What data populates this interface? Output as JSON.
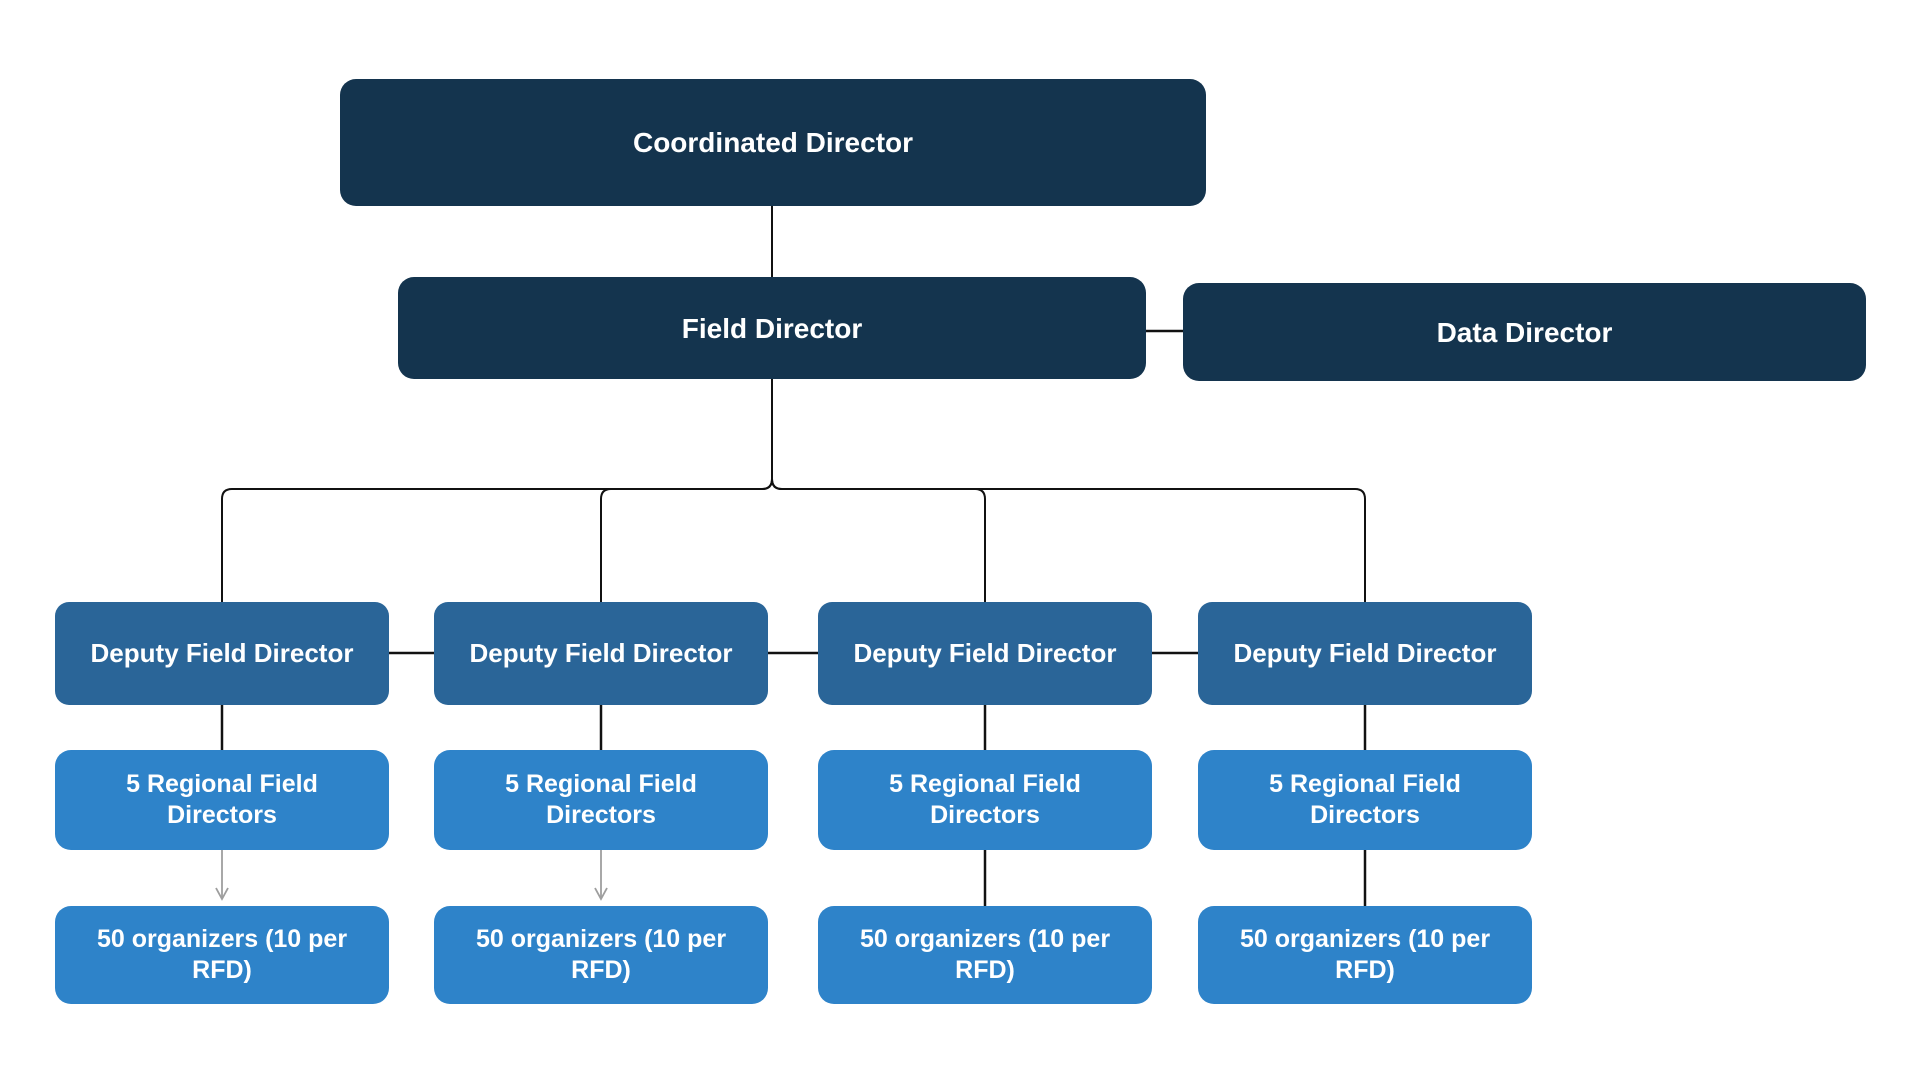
{
  "diagram": {
    "type": "org-chart",
    "background": "#FFFFFF"
  },
  "nodes": {
    "coordinated_director": {
      "label": "Coordinated Director"
    },
    "field_director": {
      "label": "Field Director"
    },
    "data_director": {
      "label": "Data Director"
    },
    "columns": [
      {
        "deputy": "Deputy Field Director",
        "regional": "5 Regional Field Directors",
        "organizers": "50 organizers (10 per RFD)"
      },
      {
        "deputy": "Deputy Field Director",
        "regional": "5 Regional Field Directors",
        "organizers": "50 organizers (10 per RFD)"
      },
      {
        "deputy": "Deputy Field Director",
        "regional": "5 Regional Field Directors",
        "organizers": "50 organizers (10 per RFD)"
      },
      {
        "deputy": "Deputy Field Director",
        "regional": "5 Regional Field Directors",
        "organizers": "50 organizers (10 per RFD)"
      }
    ]
  },
  "colors": {
    "navy": "#14344E",
    "medium_blue": "#2A6598",
    "light_blue": "#2E83C9",
    "connector_black": "#111111",
    "arrow_gray": "#9E9E9E",
    "text": "#FFFFFF"
  }
}
